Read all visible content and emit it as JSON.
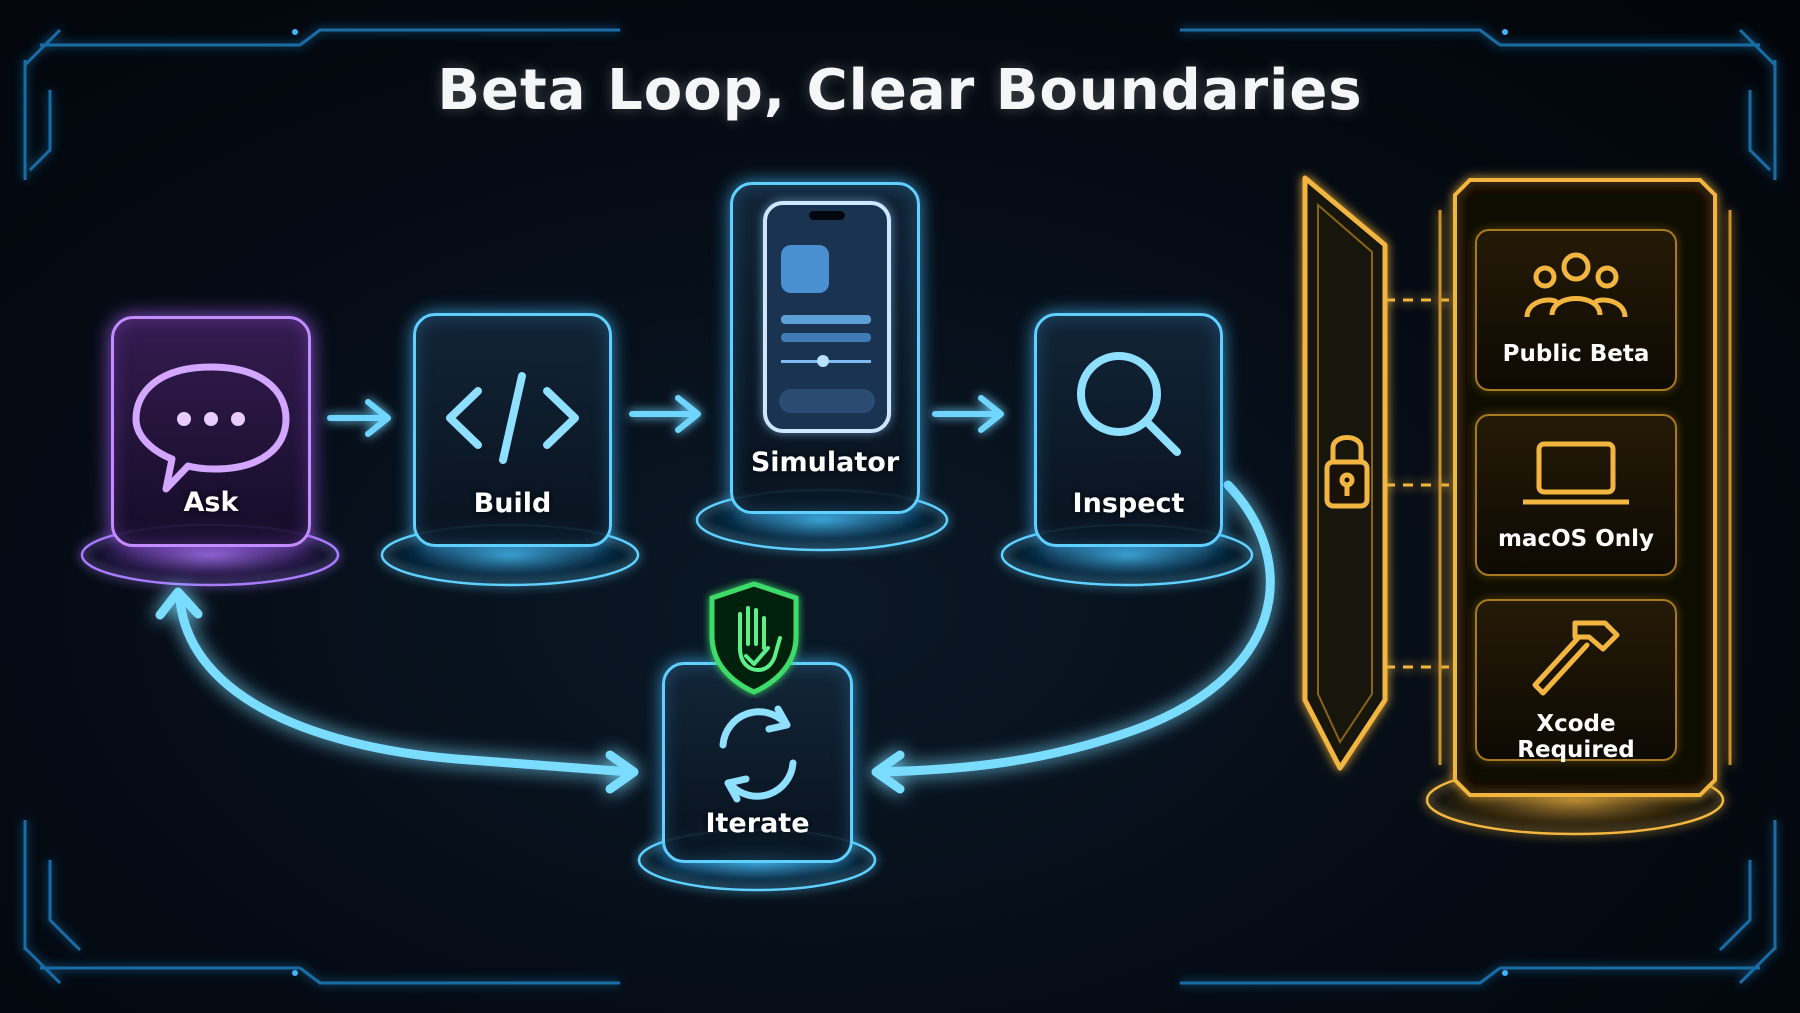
{
  "title": "Beta Loop, Clear Boundaries",
  "nodes": {
    "ask": "Ask",
    "build": "Build",
    "simulator": "Simulator",
    "inspect": "Inspect",
    "iterate": "Iterate"
  },
  "boundaries": [
    {
      "label": "Public Beta",
      "icon": "users-icon"
    },
    {
      "label": "macOS Only",
      "icon": "laptop-icon"
    },
    {
      "label": "Xcode Required",
      "icon": "hammer-icon"
    }
  ],
  "colors": {
    "accent_blue": "#5fd0ff",
    "accent_purple": "#c38cff",
    "accent_gold": "#f2b640",
    "shield_green": "#3ddc6a"
  }
}
